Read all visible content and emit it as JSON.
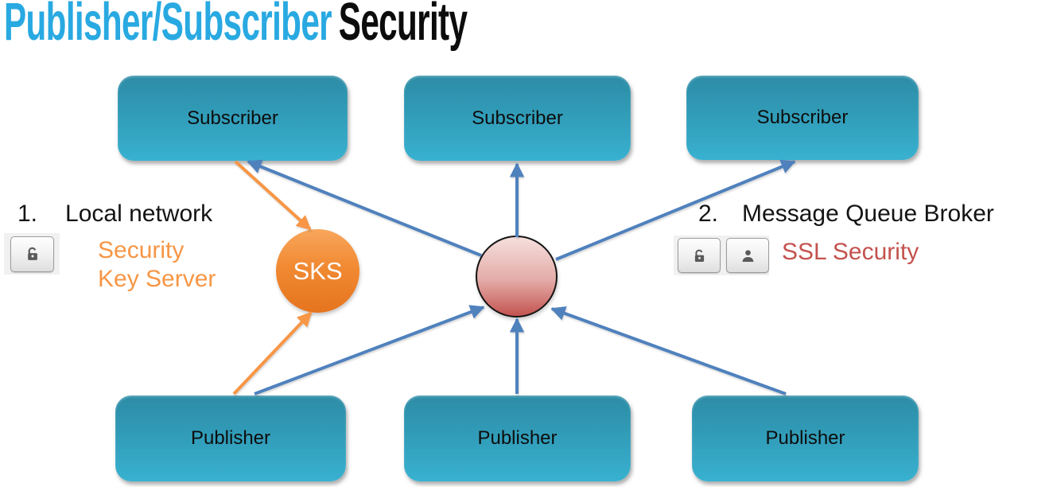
{
  "title": {
    "highlight": "Publisher/Subscriber",
    "rest": "Security"
  },
  "nodes": {
    "subscribers": [
      "Subscriber",
      "Subscriber",
      "Subscriber"
    ],
    "publishers": [
      "Publisher",
      "Publisher",
      "Publisher"
    ],
    "sks_label": "SKS"
  },
  "annotations": {
    "local_network": {
      "number": "1.",
      "title": "Local network",
      "subtitle": "Security\nKey Server"
    },
    "message_queue": {
      "number": "2.",
      "title": "Message Queue Broker",
      "subtitle": "SSL Security"
    }
  },
  "icons": {
    "left_panel": [
      "lock-icon"
    ],
    "right_panel": [
      "lock-icon",
      "person-icon"
    ]
  },
  "colors": {
    "title_accent_blue": "#29A9E1",
    "title_black": "#0C0C0C",
    "node_teal_top": "#2D8CA6",
    "node_teal_bottom": "#38B1D0",
    "arrow_blue": "#4F81BD",
    "arrow_orange": "#F79646",
    "sks_orange_top": "#F8A65C",
    "sks_orange_bottom": "#E5741D",
    "broker_circle_top": "#F5DFDD",
    "broker_circle_bottom": "#C3534F",
    "key_server_text_orange": "#F79646",
    "ssl_text_red": "#C4534F",
    "icon_panel_gray": "#F1F1F1"
  }
}
